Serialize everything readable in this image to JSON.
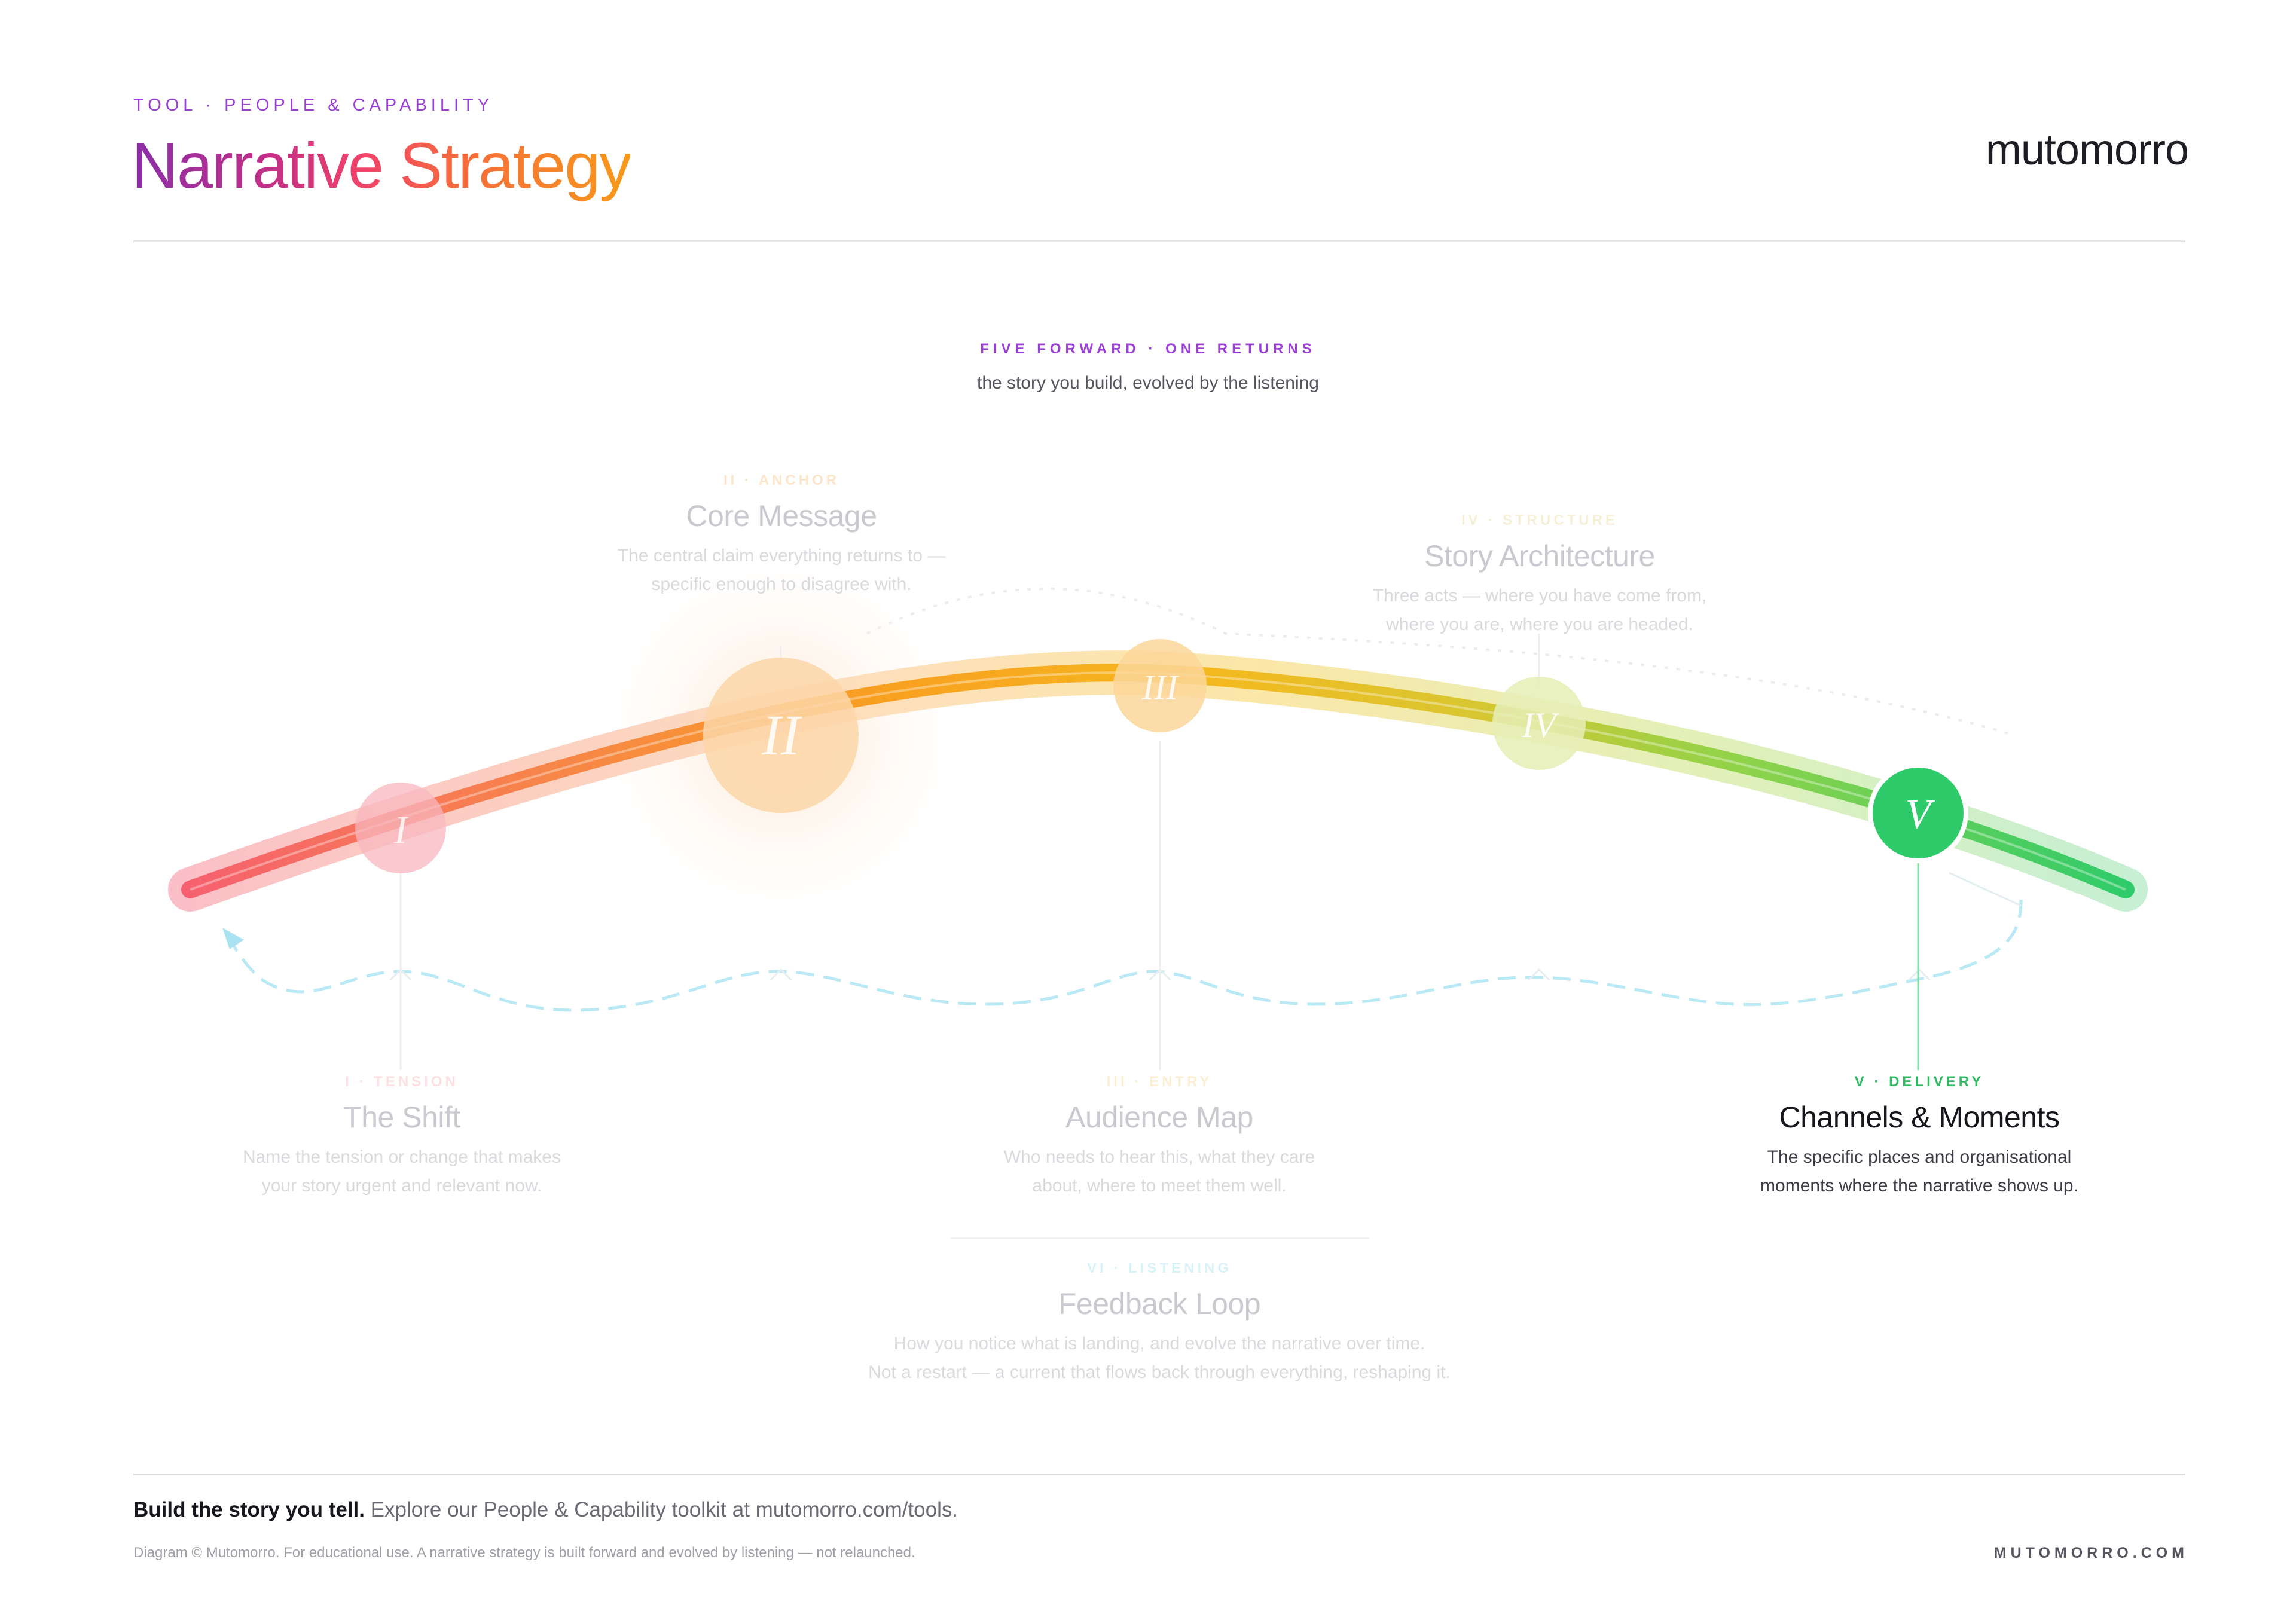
{
  "header": {
    "eyebrow": "TOOL · PEOPLE & CAPABILITY",
    "title": "Narrative Strategy",
    "brand": "mutomorro"
  },
  "tagline": {
    "label": "FIVE FORWARD · ONE RETURNS",
    "subtitle": "the story you build, evolved by the listening"
  },
  "stages": [
    {
      "numeral": "I",
      "tag": "I · TENSION",
      "name": "The Shift",
      "desc": "Name the tension or change that makes\nyour story urgent and relevant now.",
      "color": "#f4727e",
      "active": false
    },
    {
      "numeral": "II",
      "tag": "II · ANCHOR",
      "name": "Core Message",
      "desc": "The central claim everything returns to —\nspecific enough to disagree with.",
      "color": "#f9b24c",
      "active": false
    },
    {
      "numeral": "III",
      "tag": "III · ENTRY",
      "name": "Audience Map",
      "desc": "Who needs to hear this, what they care\nabout, where to meet them well.",
      "color": "#f6c23c",
      "active": false
    },
    {
      "numeral": "IV",
      "tag": "IV · STRUCTURE",
      "name": "Story Architecture",
      "desc": "Three acts — where you have come from,\nwhere you are, where you are headed.",
      "color": "#d8dc3e",
      "active": false
    },
    {
      "numeral": "V",
      "tag": "V · DELIVERY",
      "name": "Channels & Moments",
      "desc": "The specific places and organisational\nmoments where the narrative shows up.",
      "color": "#2fcb6b",
      "active": true
    },
    {
      "numeral": "VI",
      "tag": "VI · LISTENING",
      "name": "Feedback Loop",
      "desc": "How you notice what is landing, and evolve the narrative over time.\nNot a restart — a current that flows back through everything, reshaping it.",
      "color": "#7fd6ea",
      "active": false
    }
  ],
  "colors": {
    "arc_start": "#f6606f",
    "arc_orange": "#f8a020",
    "arc_yellow": "#e8c22a",
    "arc_green": "#8fd34a",
    "arc_end": "#2fcb6b",
    "feedback": "#aee6f2",
    "accent_purple": "#9b3fd6"
  },
  "footer": {
    "cta_bold": "Build the story you tell.",
    "cta_text": " Explore our People & Capability toolkit at mutomorro.com/tools.",
    "footnote": "Diagram © Mutomorro. For educational use. A narrative strategy is built forward and evolved by listening — not relaunched.",
    "brand": "MUTOMORRO.COM"
  }
}
